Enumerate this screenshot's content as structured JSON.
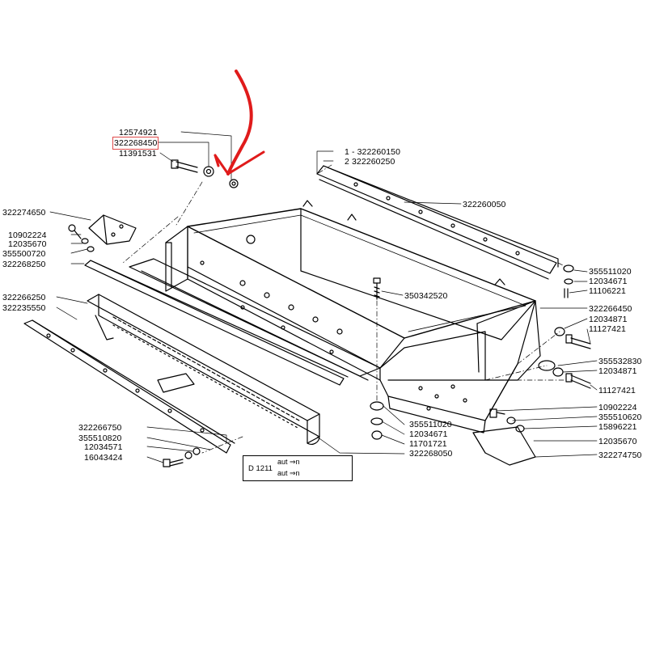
{
  "diagram": {
    "reference_code": "D 1211",
    "reference_rows": [
      "aut ⇒n",
      "aut ⇒n"
    ],
    "accent_color": "#e01b1b",
    "highlight_color": "#e04a4a",
    "labels": {
      "p12574921": "12574921",
      "p322268450": "322268450",
      "p11391531": "11391531",
      "p322274650": "322274650",
      "p10902224_l": "10902224",
      "p12035670_l": "12035670",
      "p355500720": "355500720",
      "p322268250": "322268250",
      "p322266250": "322266250",
      "p322235550": "322235550",
      "p322266750": "322266750",
      "p355510820": "355510820",
      "p12034571": "12034571",
      "p16043424": "16043424",
      "p1": "1 - 322260150",
      "p2": "2    322260250",
      "p322260050": "322260050",
      "p355511020_r": "355511020",
      "p12034671_r": "12034671",
      "p11106221": "11106221",
      "p350342520": "350342520",
      "p322266450": "322266450",
      "p12034871_a": "12034871",
      "p11127421_a": "11127421",
      "p355532830": "355532830",
      "p12034871_b": "12034871",
      "p11127421_b": "11127421",
      "p10902224_r": "10902224",
      "p355510620": "355510620",
      "p15896221": "15896221",
      "p12035670_r": "12035670",
      "p322274750": "322274750",
      "p355511020_c": "355511020",
      "p12034671_c": "12034671",
      "p11701721": "11701721",
      "p322268050": "322268050"
    }
  }
}
